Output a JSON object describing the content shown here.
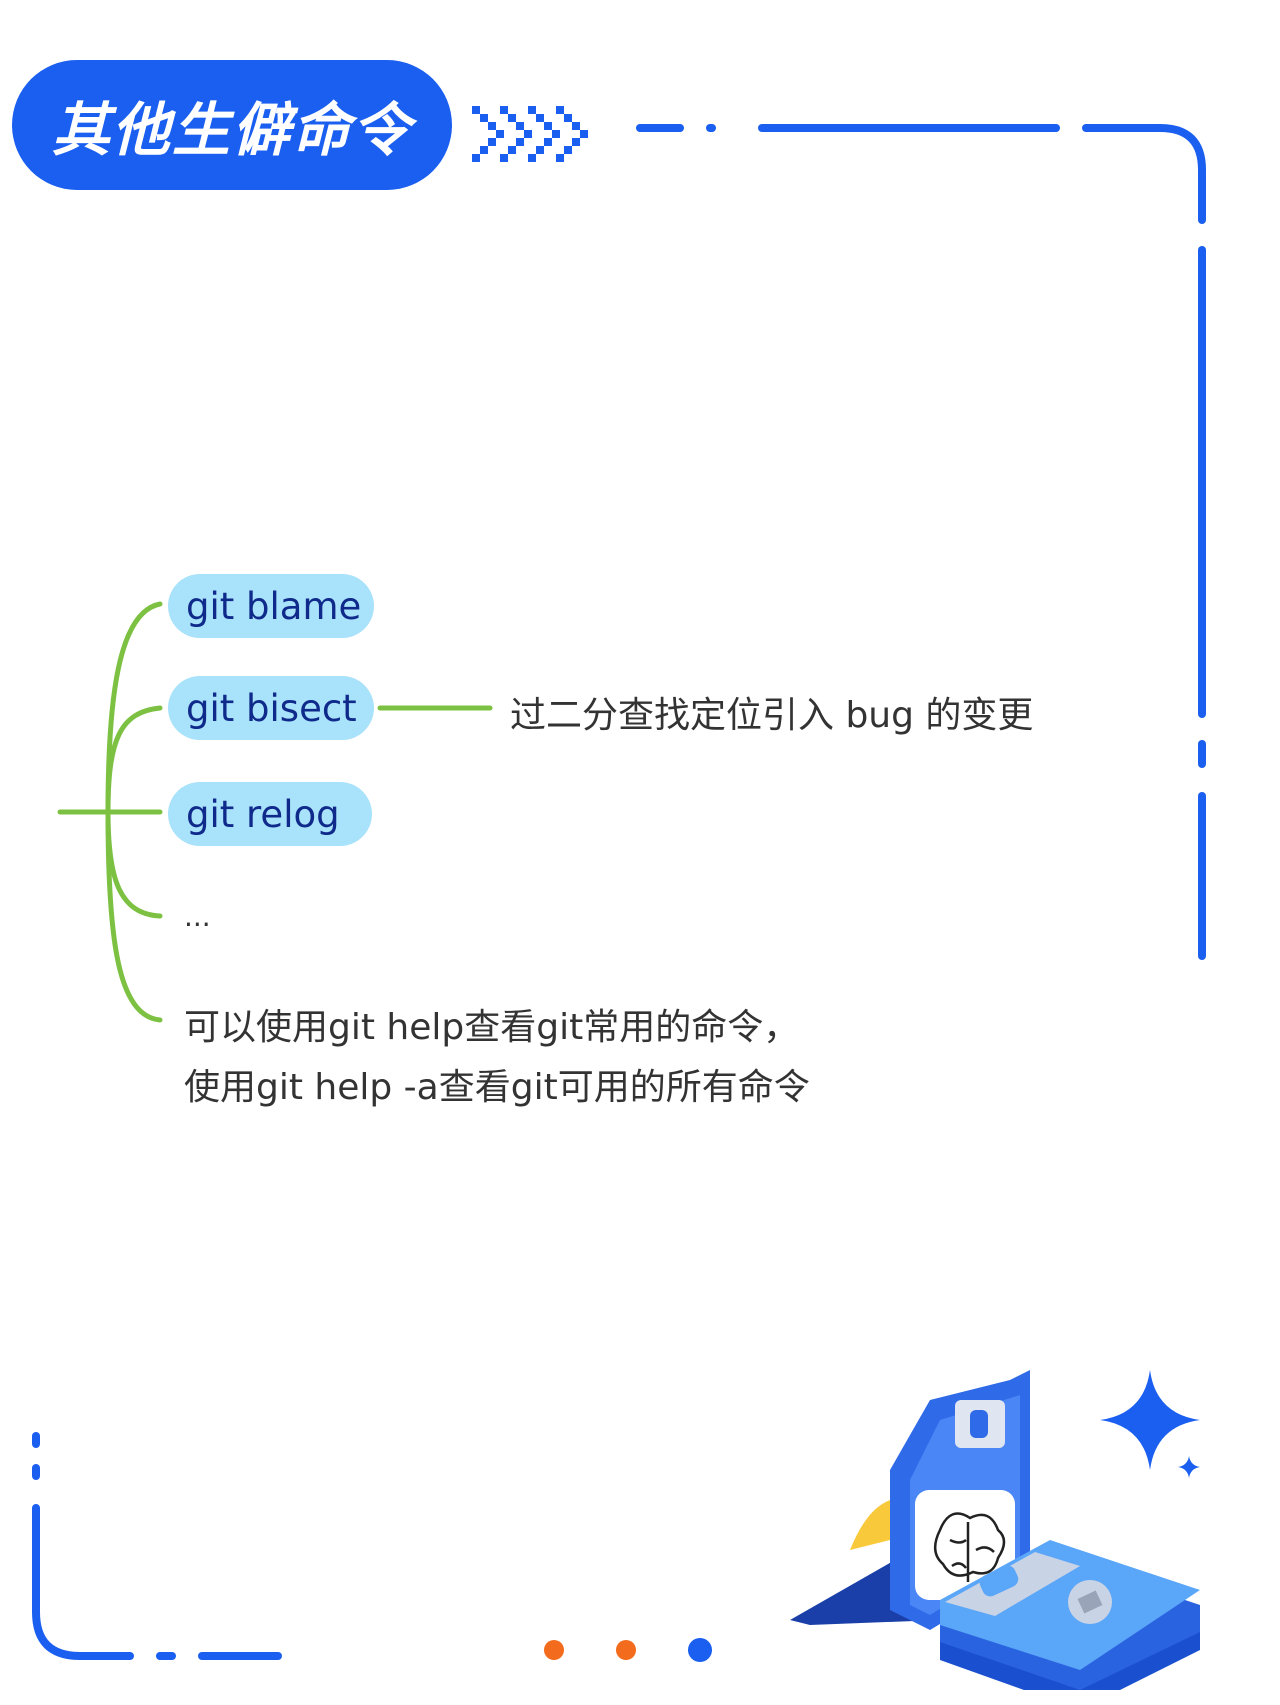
{
  "header": {
    "title": "其他生僻命令"
  },
  "nodes": [
    {
      "label": "git blame"
    },
    {
      "label": "git bisect",
      "description": "过二分查找定位引入 bug 的变更"
    },
    {
      "label": "git relog"
    },
    {
      "label": "..."
    }
  ],
  "note": {
    "line1": "可以使用git help查看git常用的命令，",
    "line2": "使用git help -a查看git可用的所有命令"
  },
  "pagination": {
    "dots": [
      {
        "color": "#f36b1c",
        "active": false
      },
      {
        "color": "#f36b1c",
        "active": false
      },
      {
        "color": "#1a5ff0",
        "active": true
      }
    ]
  },
  "colors": {
    "accent": "#1a5ff0",
    "pill": "#a8e2fb",
    "pill_text": "#0f2a8a",
    "tree_line": "#7dc142",
    "text": "#333333"
  },
  "icons": [
    "chevrons-right-icon",
    "floppy-disk-icon",
    "brain-icon",
    "sparkle-icon"
  ]
}
